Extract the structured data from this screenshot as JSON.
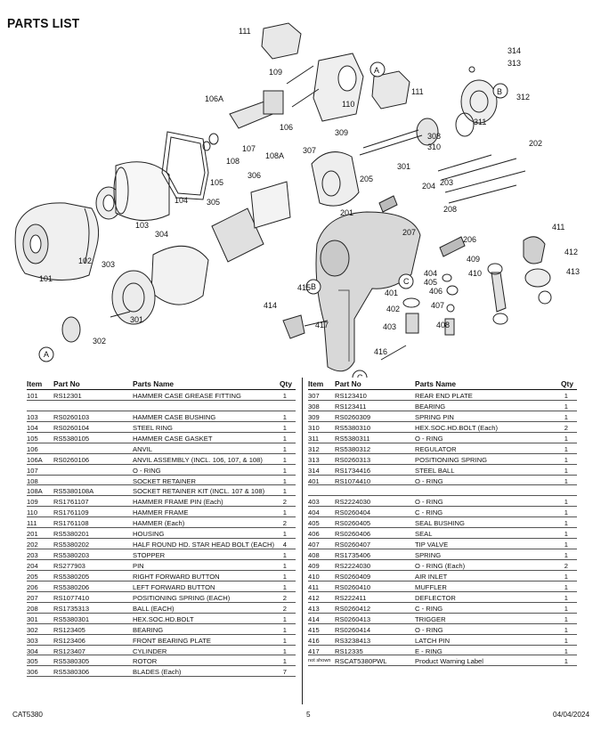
{
  "page": {
    "title": "PARTS LIST"
  },
  "diagram": {
    "callouts": [
      "111",
      "109",
      "106A",
      "110",
      "A",
      "111",
      "B",
      "314",
      "313",
      "312",
      "311",
      "308",
      "310",
      "309",
      "307",
      "202",
      "301",
      "205",
      "204",
      "203",
      "208",
      "206",
      "207",
      "201",
      "411",
      "412",
      "413",
      "409",
      "410",
      "404",
      "405",
      "406",
      "407",
      "408",
      "401",
      "402",
      "403",
      "416",
      "415",
      "417",
      "414",
      "B",
      "C",
      "C",
      "106",
      "107",
      "108",
      "108A",
      "105",
      "104",
      "103",
      "102",
      "101",
      "305",
      "306",
      "304",
      "303",
      "301",
      "302",
      "A"
    ]
  },
  "table": {
    "headers": {
      "item": "Item",
      "part_no": "Part No",
      "parts_name": "Parts Name",
      "qty": "Qty"
    },
    "left_rows": [
      {
        "item": "101",
        "part": "RS12301",
        "name": "HAMMER CASE GREASE FITTING",
        "qty": "1"
      },
      {
        "item": "",
        "part": "",
        "name": "",
        "qty": ""
      },
      {
        "item": "103",
        "part": "RS0260103",
        "name": "HAMMER CASE BUSHING",
        "qty": "1"
      },
      {
        "item": "104",
        "part": "RS0260104",
        "name": "STEEL RING",
        "qty": "1"
      },
      {
        "item": "105",
        "part": "RS5380105",
        "name": "HAMMER CASE GASKET",
        "qty": "1"
      },
      {
        "item": "106",
        "part": "",
        "name": "ANVIL",
        "qty": "1"
      },
      {
        "item": "106A",
        "part": "RS0260106",
        "name": "ANVIL ASSEMBLY (INCL. 106, 107, & 108)",
        "qty": "1"
      },
      {
        "item": "107",
        "part": "",
        "name": "O - RING",
        "qty": "1"
      },
      {
        "item": "108",
        "part": "",
        "name": "SOCKET RETAINER",
        "qty": "1"
      },
      {
        "item": "108A",
        "part": "RS5380108A",
        "name": "SOCKET RETAINER KIT (INCL. 107 & 108)",
        "qty": "1"
      },
      {
        "item": "109",
        "part": "RS1761107",
        "name": "HAMMER FRAME PIN (Each)",
        "qty": "2"
      },
      {
        "item": "110",
        "part": "RS1761109",
        "name": "HAMMER FRAME",
        "qty": "1"
      },
      {
        "item": "111",
        "part": "RS1761108",
        "name": "HAMMER (Each)",
        "qty": "2"
      },
      {
        "item": "201",
        "part": "RS5380201",
        "name": "HOUSING",
        "qty": "1"
      },
      {
        "item": "202",
        "part": "RS5380202",
        "name": "HALF ROUND HD. STAR HEAD BOLT (EACH)",
        "qty": "4"
      },
      {
        "item": "203",
        "part": "RS5380203",
        "name": "STOPPER",
        "qty": "1"
      },
      {
        "item": "204",
        "part": "RS277903",
        "name": "PIN",
        "qty": "1"
      },
      {
        "item": "205",
        "part": "RS5380205",
        "name": "RIGHT FORWARD BUTTON",
        "qty": "1"
      },
      {
        "item": "206",
        "part": "RS5380206",
        "name": "LEFT FORWARD BUTTON",
        "qty": "1"
      },
      {
        "item": "207",
        "part": "RS1077410",
        "name": "POSITIONING SPRING (EACH)",
        "qty": "2"
      },
      {
        "item": "208",
        "part": "RS1735313",
        "name": "BALL (EACH)",
        "qty": "2"
      },
      {
        "item": "301",
        "part": "RS5380301",
        "name": "HEX.SOC.HD.BOLT",
        "qty": "1"
      },
      {
        "item": "302",
        "part": "RS123405",
        "name": "BEARING",
        "qty": "1"
      },
      {
        "item": "303",
        "part": "RS123406",
        "name": "FRONT BEARING PLATE",
        "qty": "1"
      },
      {
        "item": "304",
        "part": "RS123407",
        "name": "CYLINDER",
        "qty": "1"
      },
      {
        "item": "305",
        "part": "RS5380305",
        "name": "ROTOR",
        "qty": "1"
      },
      {
        "item": "306",
        "part": "RS5380306",
        "name": "BLADES (Each)",
        "qty": "7"
      }
    ],
    "right_rows": [
      {
        "item": "307",
        "part": "RS123410",
        "name": "REAR END PLATE",
        "qty": "1"
      },
      {
        "item": "308",
        "part": "RS123411",
        "name": "BEARING",
        "qty": "1"
      },
      {
        "item": "309",
        "part": "RS0260309",
        "name": "SPRING PIN",
        "qty": "1"
      },
      {
        "item": "310",
        "part": "RS5380310",
        "name": "HEX.SOC.HD.BOLT (Each)",
        "qty": "2"
      },
      {
        "item": "311",
        "part": "RS5380311",
        "name": "O - RING",
        "qty": "1"
      },
      {
        "item": "312",
        "part": "RS5380312",
        "name": "REGULATOR",
        "qty": "1"
      },
      {
        "item": "313",
        "part": "RS0260313",
        "name": "POSITIONING SPRING",
        "qty": "1"
      },
      {
        "item": "314",
        "part": "RS1734416",
        "name": "STEEL BALL",
        "qty": "1"
      },
      {
        "item": "401",
        "part": "RS1074410",
        "name": "O - RING",
        "qty": "1"
      },
      {
        "item": "",
        "part": "",
        "name": "",
        "qty": ""
      },
      {
        "item": "403",
        "part": "RS2224030",
        "name": "O - RING",
        "qty": "1"
      },
      {
        "item": "404",
        "part": "RS0260404",
        "name": "C - RING",
        "qty": "1"
      },
      {
        "item": "405",
        "part": "RS0260405",
        "name": "SEAL BUSHING",
        "qty": "1"
      },
      {
        "item": "406",
        "part": "RS0260406",
        "name": "SEAL",
        "qty": "1"
      },
      {
        "item": "407",
        "part": "RS0260407",
        "name": "TIP VALVE",
        "qty": "1"
      },
      {
        "item": "408",
        "part": "RS1735406",
        "name": "SPRING",
        "qty": "1"
      },
      {
        "item": "409",
        "part": "RS2224030",
        "name": "O - RING (Each)",
        "qty": "2"
      },
      {
        "item": "410",
        "part": "RS0260409",
        "name": "AIR INLET",
        "qty": "1"
      },
      {
        "item": "411",
        "part": "RS0260410",
        "name": "MUFFLER",
        "qty": "1"
      },
      {
        "item": "412",
        "part": "RS222411",
        "name": "DEFLECTOR",
        "qty": "1"
      },
      {
        "item": "413",
        "part": "RS0260412",
        "name": "C - RING",
        "qty": "1"
      },
      {
        "item": "414",
        "part": "RS0260413",
        "name": "TRIGGER",
        "qty": "1"
      },
      {
        "item": "415",
        "part": "RS0260414",
        "name": "O - RING",
        "qty": "1"
      },
      {
        "item": "416",
        "part": "RS3238413",
        "name": "LATCH PIN",
        "qty": "1"
      },
      {
        "item": "417",
        "part": "RS12335",
        "name": "E - RING",
        "qty": "1"
      },
      {
        "item": "not shown",
        "part": "RSCAT5380PWL",
        "name": "Product Warning Label",
        "qty": "1",
        "small": true
      }
    ]
  },
  "footer": {
    "left": "CAT5380",
    "center": "5",
    "right": "04/04/2024"
  }
}
